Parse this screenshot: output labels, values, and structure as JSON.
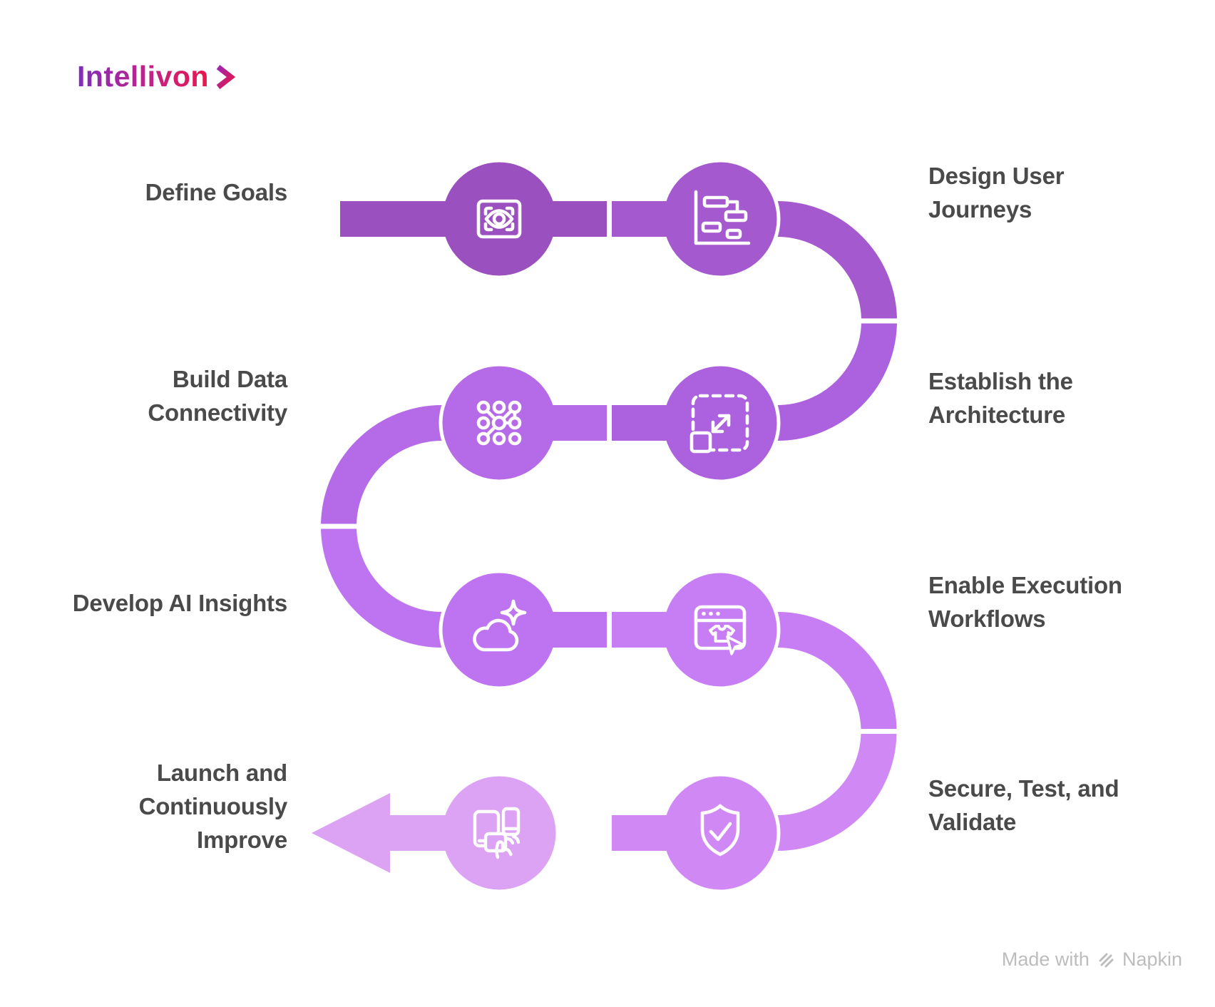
{
  "brand": {
    "name": "Intellivon",
    "chevron_icon": "chevron-right-icon",
    "gradient": [
      "#7F2CBE",
      "#C02387",
      "#E8174B"
    ]
  },
  "diagram": {
    "text_color": "#4A4A4A",
    "steps": [
      {
        "id": 1,
        "label": "Define Goals",
        "lines": [
          "Define Goals"
        ],
        "icon": "eye-scan-icon",
        "color": "#9B50C0",
        "label_side": "left"
      },
      {
        "id": 2,
        "label": "Design User Journeys",
        "lines": [
          "Design User",
          "Journeys"
        ],
        "icon": "journey-map-icon",
        "color": "#A459CF",
        "label_side": "right"
      },
      {
        "id": 3,
        "label": "Establish the Architecture",
        "lines": [
          "Establish the",
          "Architecture"
        ],
        "icon": "expand-arrows-icon",
        "color": "#AC62DE",
        "label_side": "right"
      },
      {
        "id": 4,
        "label": "Build Data Connectivity",
        "lines": [
          "Build Data",
          "Connectivity"
        ],
        "icon": "network-nodes-icon",
        "color": "#B56BE8",
        "label_side": "left"
      },
      {
        "id": 5,
        "label": "Develop AI Insights",
        "lines": [
          "Develop AI Insights"
        ],
        "icon": "cloud-sparkle-icon",
        "color": "#BE74F0",
        "label_side": "left"
      },
      {
        "id": 6,
        "label": "Enable Execution Workflows",
        "lines": [
          "Enable Execution",
          "Workflows"
        ],
        "icon": "browser-cursor-icon",
        "color": "#C77DF4",
        "label_side": "right"
      },
      {
        "id": 7,
        "label": "Secure, Test, and Validate",
        "lines": [
          "Secure, Test, and",
          "Validate"
        ],
        "icon": "shield-check-icon",
        "color": "#D089F4",
        "label_side": "right"
      },
      {
        "id": 8,
        "label": "Launch and Continuously Improve",
        "lines": [
          "Launch and",
          "Continuously",
          "Improve"
        ],
        "icon": "devices-hand-icon",
        "color": "#DCA3F4",
        "label_side": "left"
      }
    ]
  },
  "footer": {
    "prefix": "Made with",
    "brand": "Napkin",
    "icon": "napkin-logo-icon",
    "color": "#BDBDBD"
  }
}
